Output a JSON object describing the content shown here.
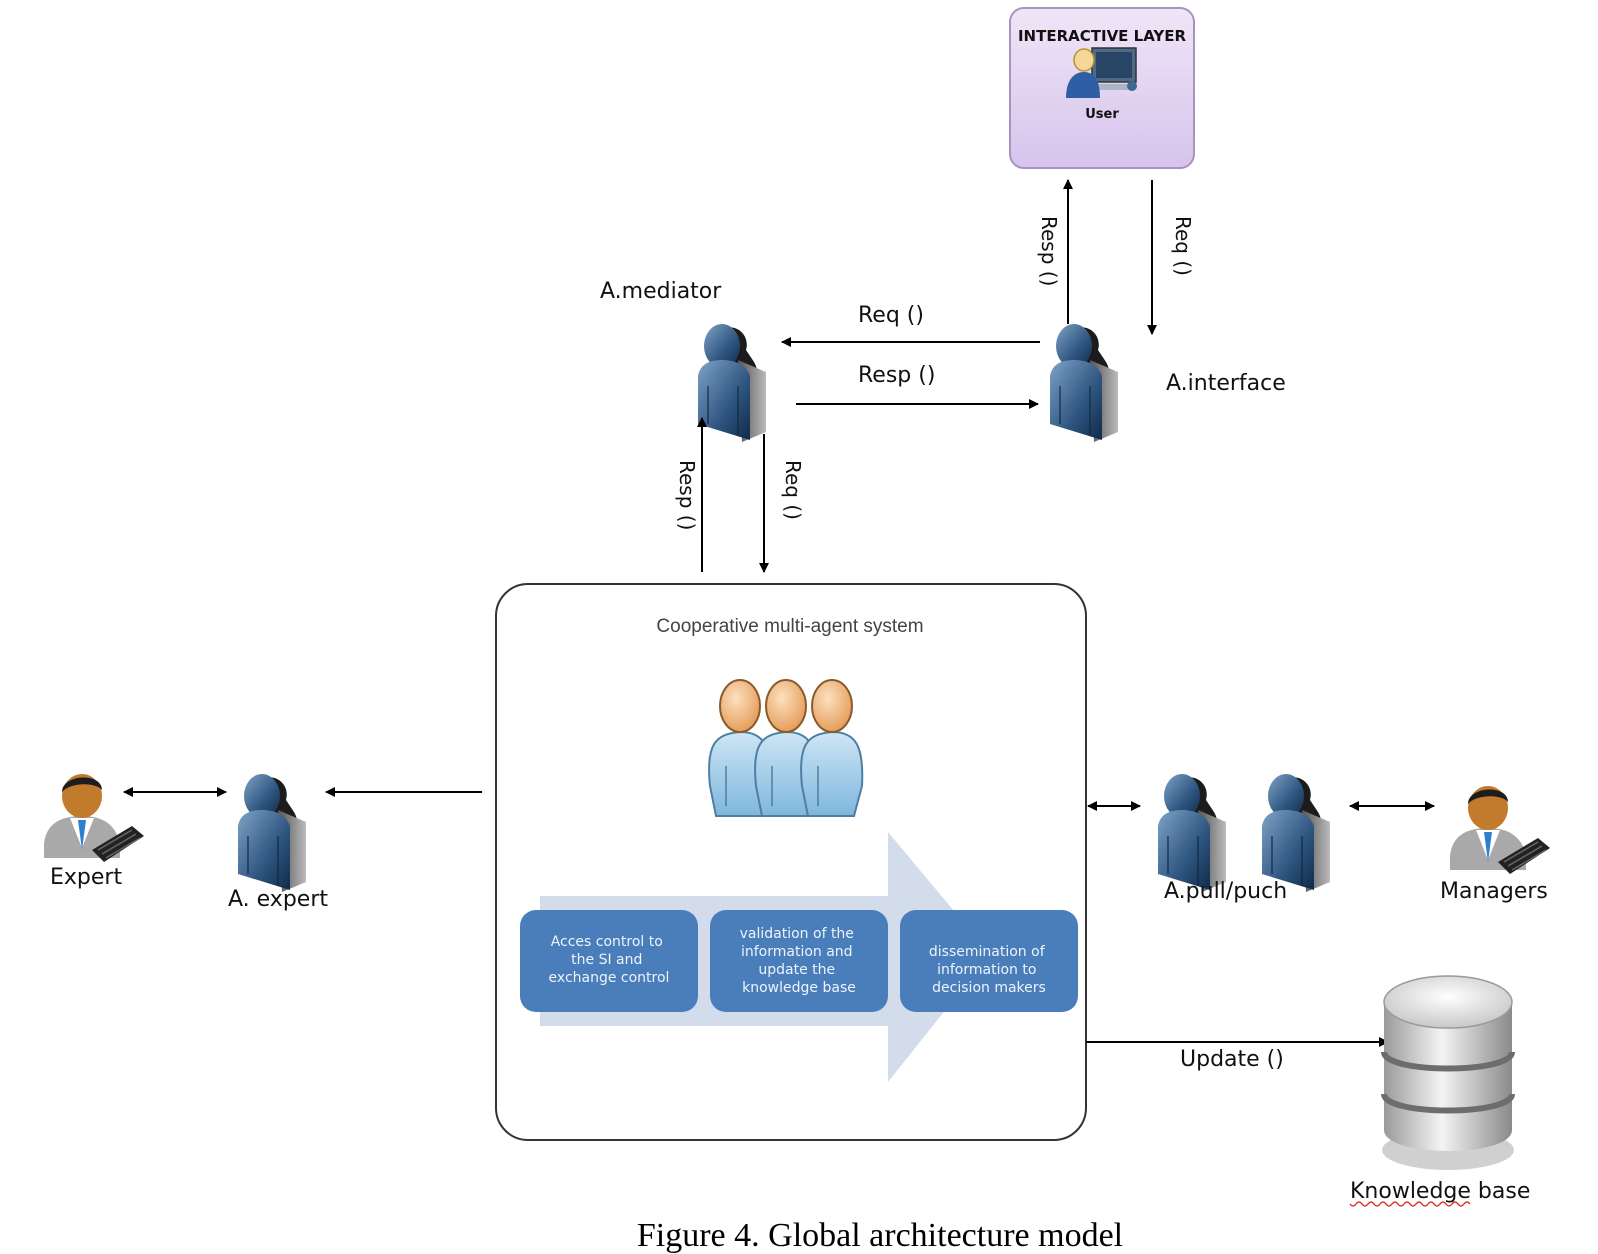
{
  "interactive_layer": {
    "title": "INTERACTIVE LAYER",
    "user_label": "User",
    "fill_color": "#e4d6f1"
  },
  "agents": {
    "mediator": "A.mediator",
    "interface": "A.interface",
    "expert": "A. expert",
    "pull_push": "A.pull/puch"
  },
  "actors": {
    "expert": "Expert",
    "managers": "Managers",
    "knowledge_base": "Knowledge base"
  },
  "messages": {
    "req_interface_to_mediator": "Req ()",
    "resp_mediator_to_interface": "Resp ()",
    "resp_interface_to_user": "Resp ()",
    "req_user_to_interface": "Req ()",
    "resp_system_to_mediator": "Resp ()",
    "req_mediator_to_system": "Req ()",
    "update": "Update ()"
  },
  "system": {
    "title": "Cooperative multi-agent system",
    "steps": [
      {
        "lines": [
          "Acces control to",
          "the SI and",
          "exchange control"
        ]
      },
      {
        "lines": [
          "validation of the",
          "information and",
          "update the",
          "knowledge base"
        ]
      },
      {
        "lines": [
          "dissemination of",
          "information to",
          "decision makers"
        ]
      }
    ],
    "step_color": "#4a7ebb",
    "arrow_color": "#d3dcea"
  },
  "caption": "Figure 4. Global architecture model"
}
